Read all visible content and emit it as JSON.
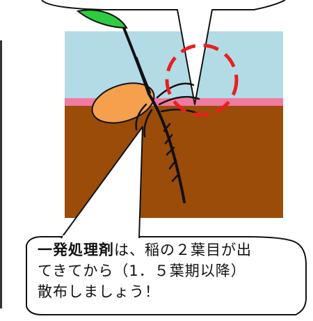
{
  "callout": {
    "emphasis": "一発処理剤",
    "line1_rest": "は、稲の２葉目が出",
    "line2": "てきてから（1．５葉期以降）",
    "line3": "散布しましょう！"
  },
  "colors": {
    "water": "#b3dbe6",
    "pink_layer": "#f07aa0",
    "soil": "#9a4c08",
    "seed": "#f4a04c",
    "leaf": "#2ecc40",
    "circle": "#e81f1f"
  }
}
